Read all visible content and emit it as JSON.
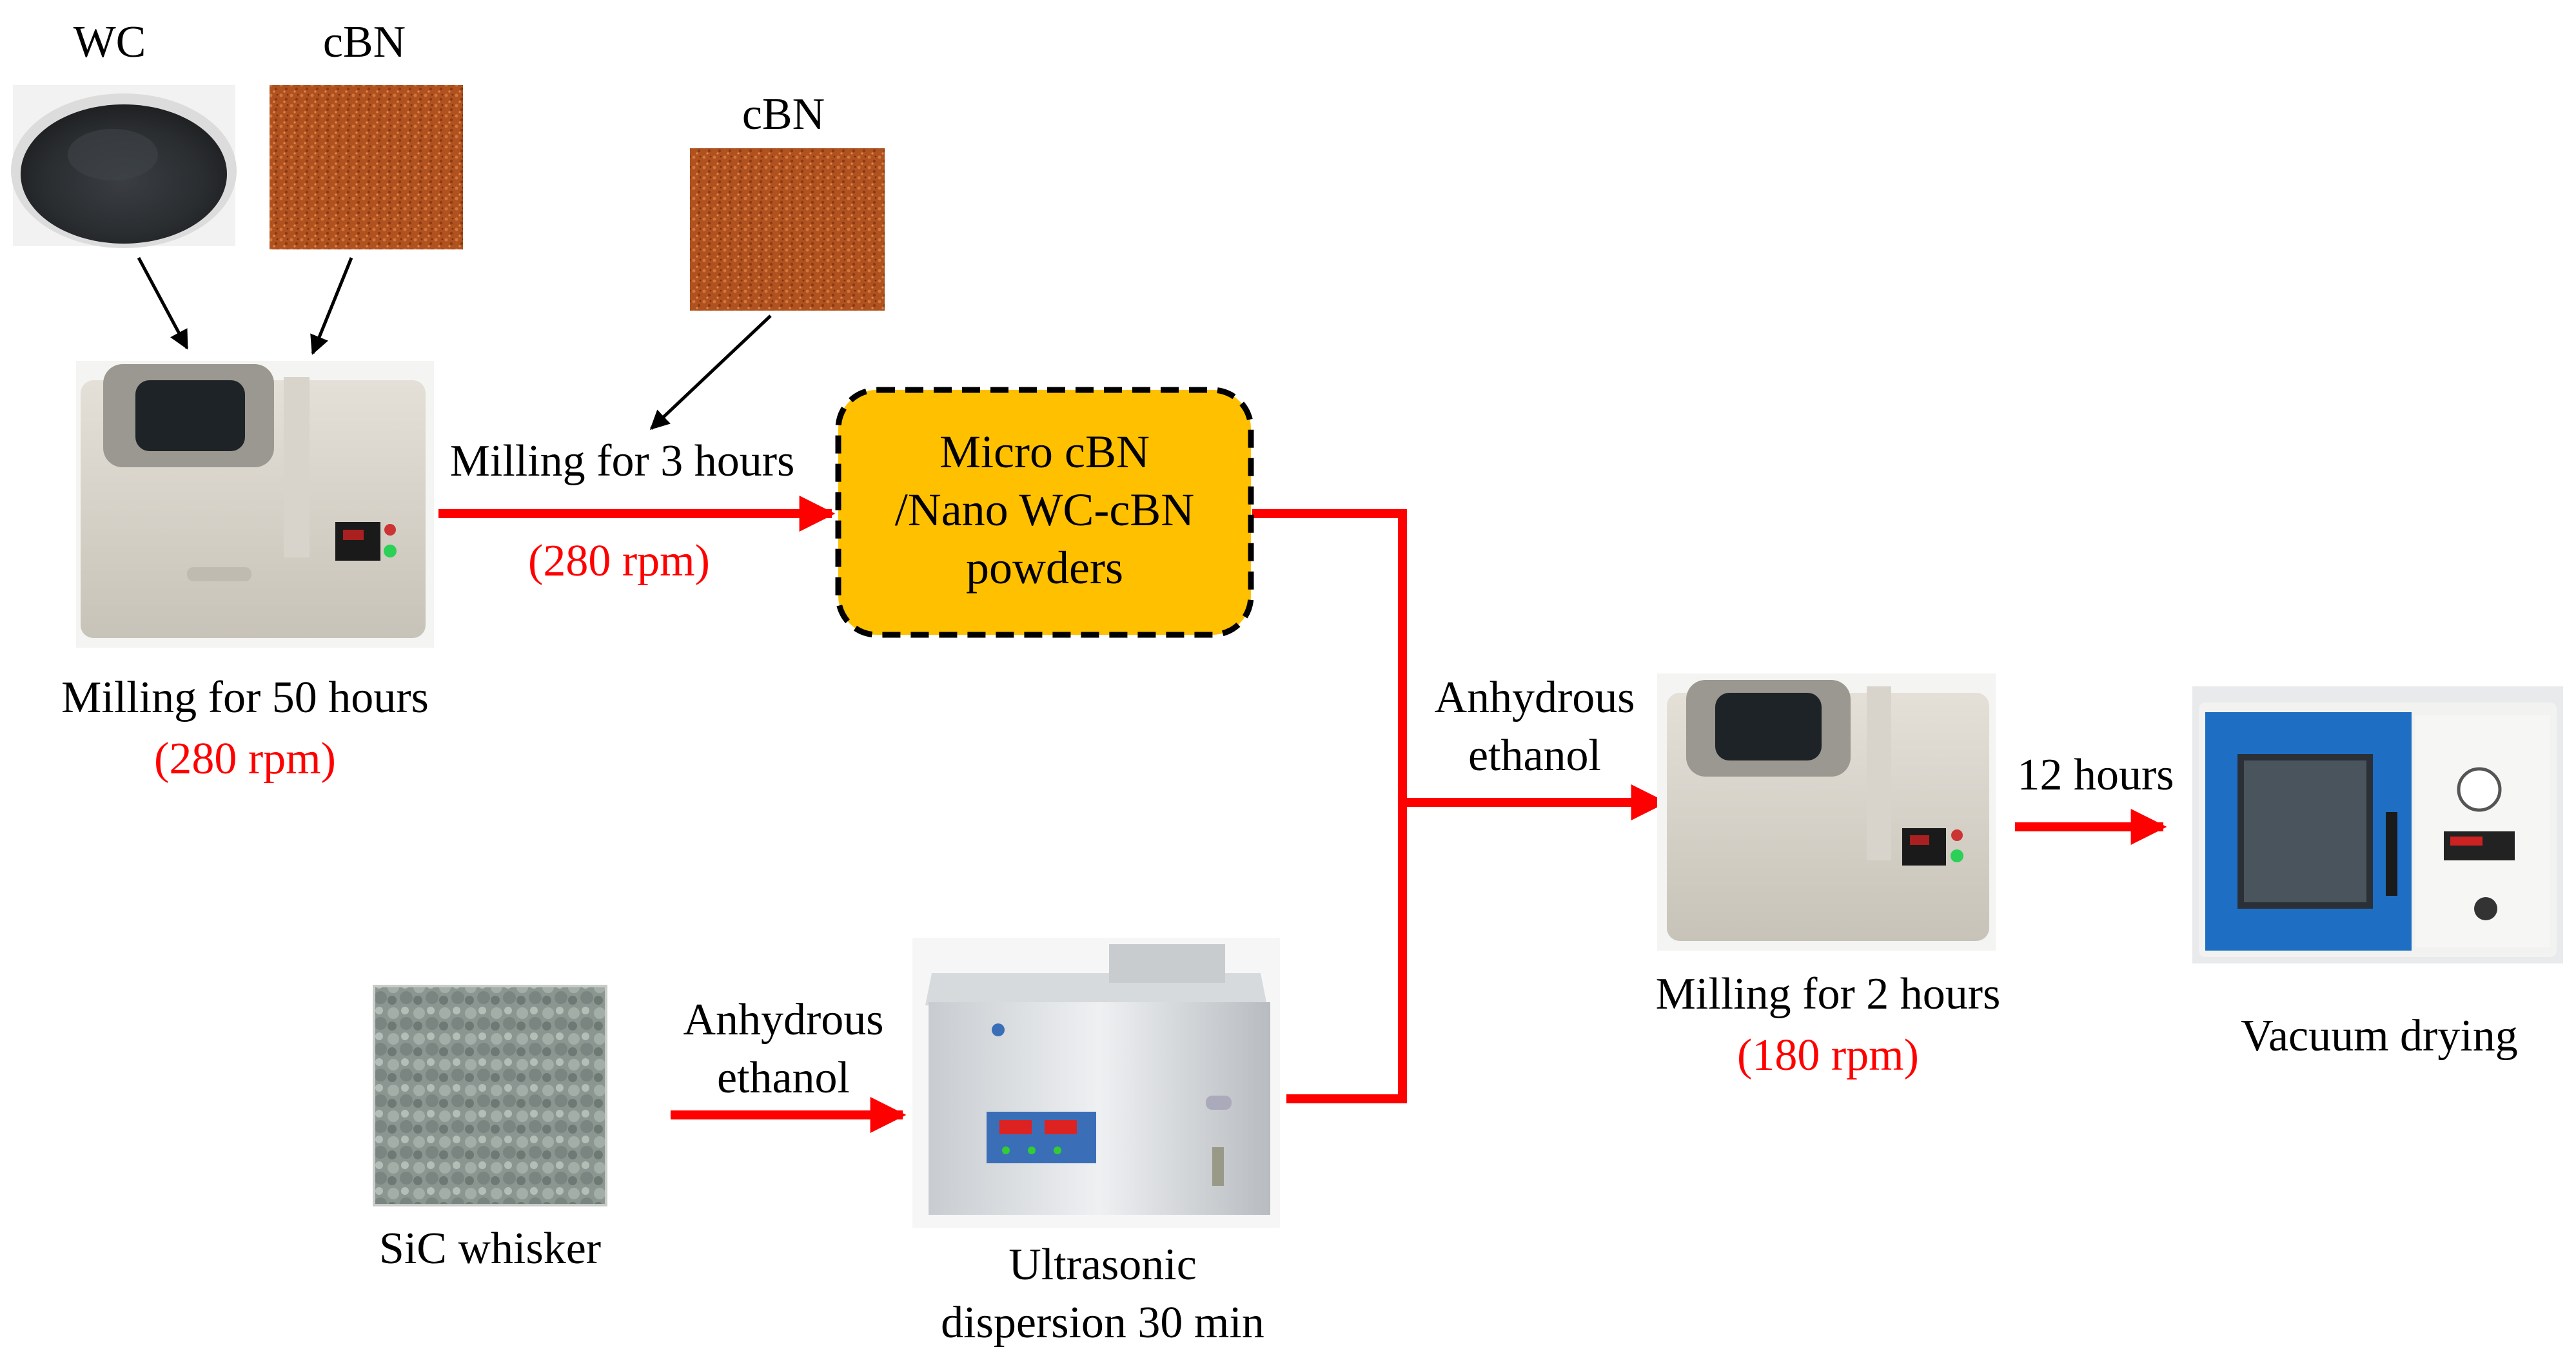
{
  "colors": {
    "arrow_red": "#ff0000",
    "arrow_black": "#000000",
    "intermediate_box_fill": "#ffc000",
    "label_red": "#ff0000"
  },
  "inputs": {
    "wc_label": "WC",
    "cbn_label": "cBN",
    "cbn_second_label": "cBN",
    "sic_label": "SiC whisker"
  },
  "steps": {
    "first_mill_label": "Milling for 50 hours",
    "first_mill_speed": "(280 rpm)",
    "second_mill_label": "Milling for 3 hours",
    "second_mill_speed": "(280 rpm)",
    "intermediate_line1": "Micro cBN",
    "intermediate_line2": "/Nano WC-cBN",
    "intermediate_line3": "powders",
    "ethanol_top_line1": "Anhydrous",
    "ethanol_top_line2": "ethanol",
    "ethanol_bottom_line1": "Anhydrous",
    "ethanol_bottom_line2": "ethanol",
    "ultrasonic_line1": "Ultrasonic",
    "ultrasonic_line2": "dispersion 30 min",
    "final_mill_label": "Milling for 2 hours",
    "final_mill_speed": "(180 rpm)",
    "drying_time": "12 hours",
    "drying_label": "Vacuum drying"
  },
  "images": {
    "wc_powder": "wc-powder-photo",
    "cbn_powder": "cbn-powder-photo",
    "ball_mill": "ball-mill-photo",
    "sic_whisker": "sic-whisker-photo",
    "ultrasonic_bath": "ultrasonic-bath-photo",
    "vacuum_oven": "vacuum-oven-photo"
  }
}
